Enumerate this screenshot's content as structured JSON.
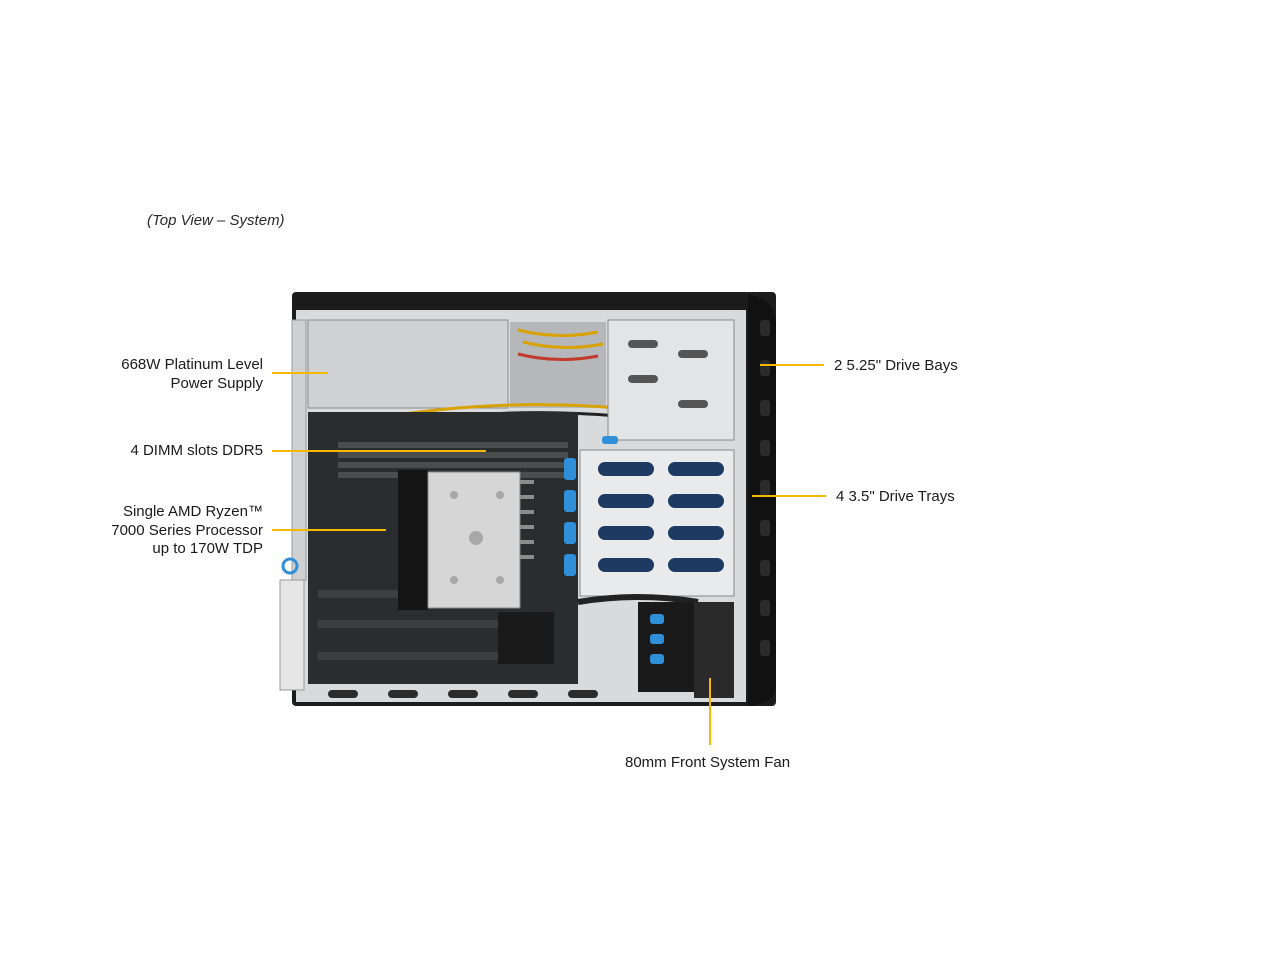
{
  "caption": "(Top View – System)",
  "callouts": {
    "power_supply": [
      "668W Platinum  Level",
      "Power Supply"
    ],
    "dimm": [
      "4 DIMM slots DDR5"
    ],
    "processor": [
      "Single AMD Ryzen™",
      "7000 Series Processor",
      "up to 170W TDP"
    ],
    "drive_bays": [
      "2 5.25\" Drive Bays"
    ],
    "drive_trays": [
      "4 3.5\" Drive Trays"
    ],
    "front_fan": [
      "80mm Front System Fan"
    ]
  },
  "colors": {
    "leader_line": "#f5b800",
    "chassis_frame": "#1c1c1c",
    "drive_tray_clip": "#2f8fd8"
  }
}
